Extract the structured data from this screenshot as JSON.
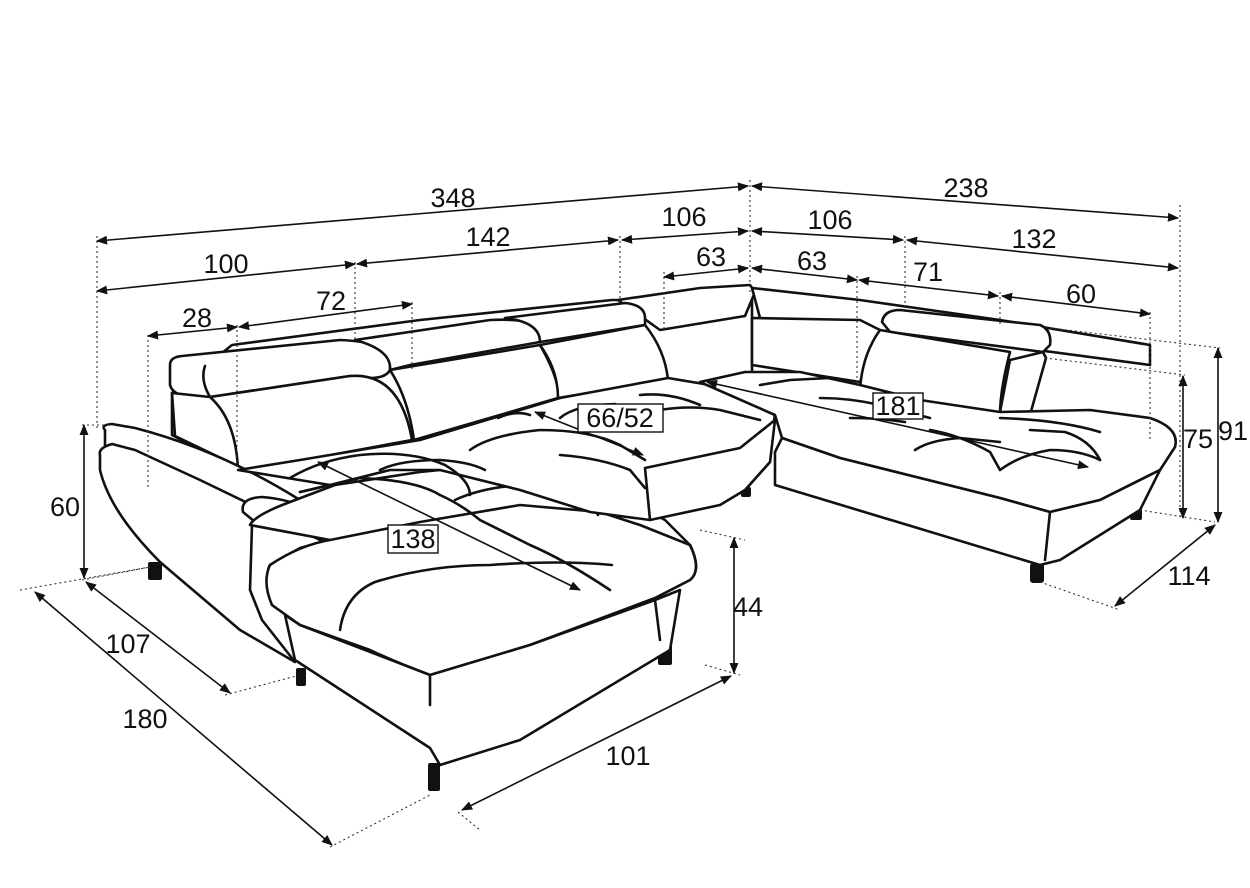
{
  "diagram": {
    "dimensions": {
      "total_width": "348",
      "right_width": "238",
      "left_section": "100",
      "middle_section": "142",
      "corner_left": "106",
      "corner_right": "106",
      "right_section": "132",
      "armrest": "28",
      "left_seat": "72",
      "corner_left_seat": "63",
      "corner_right_seat": "63",
      "right_seat_a": "71",
      "right_seat_b": "60",
      "seat_depth": "66/52",
      "chaise_length": "138",
      "right_chaise_length": "181",
      "arm_height": "60",
      "seat_height": "44",
      "back_height": "75",
      "headrest_height": "91",
      "left_depth": "107",
      "chaise_depth": "180",
      "chaise_width": "101",
      "right_depth": "114"
    },
    "colors": {
      "line": "#111111",
      "background": "#ffffff"
    }
  }
}
